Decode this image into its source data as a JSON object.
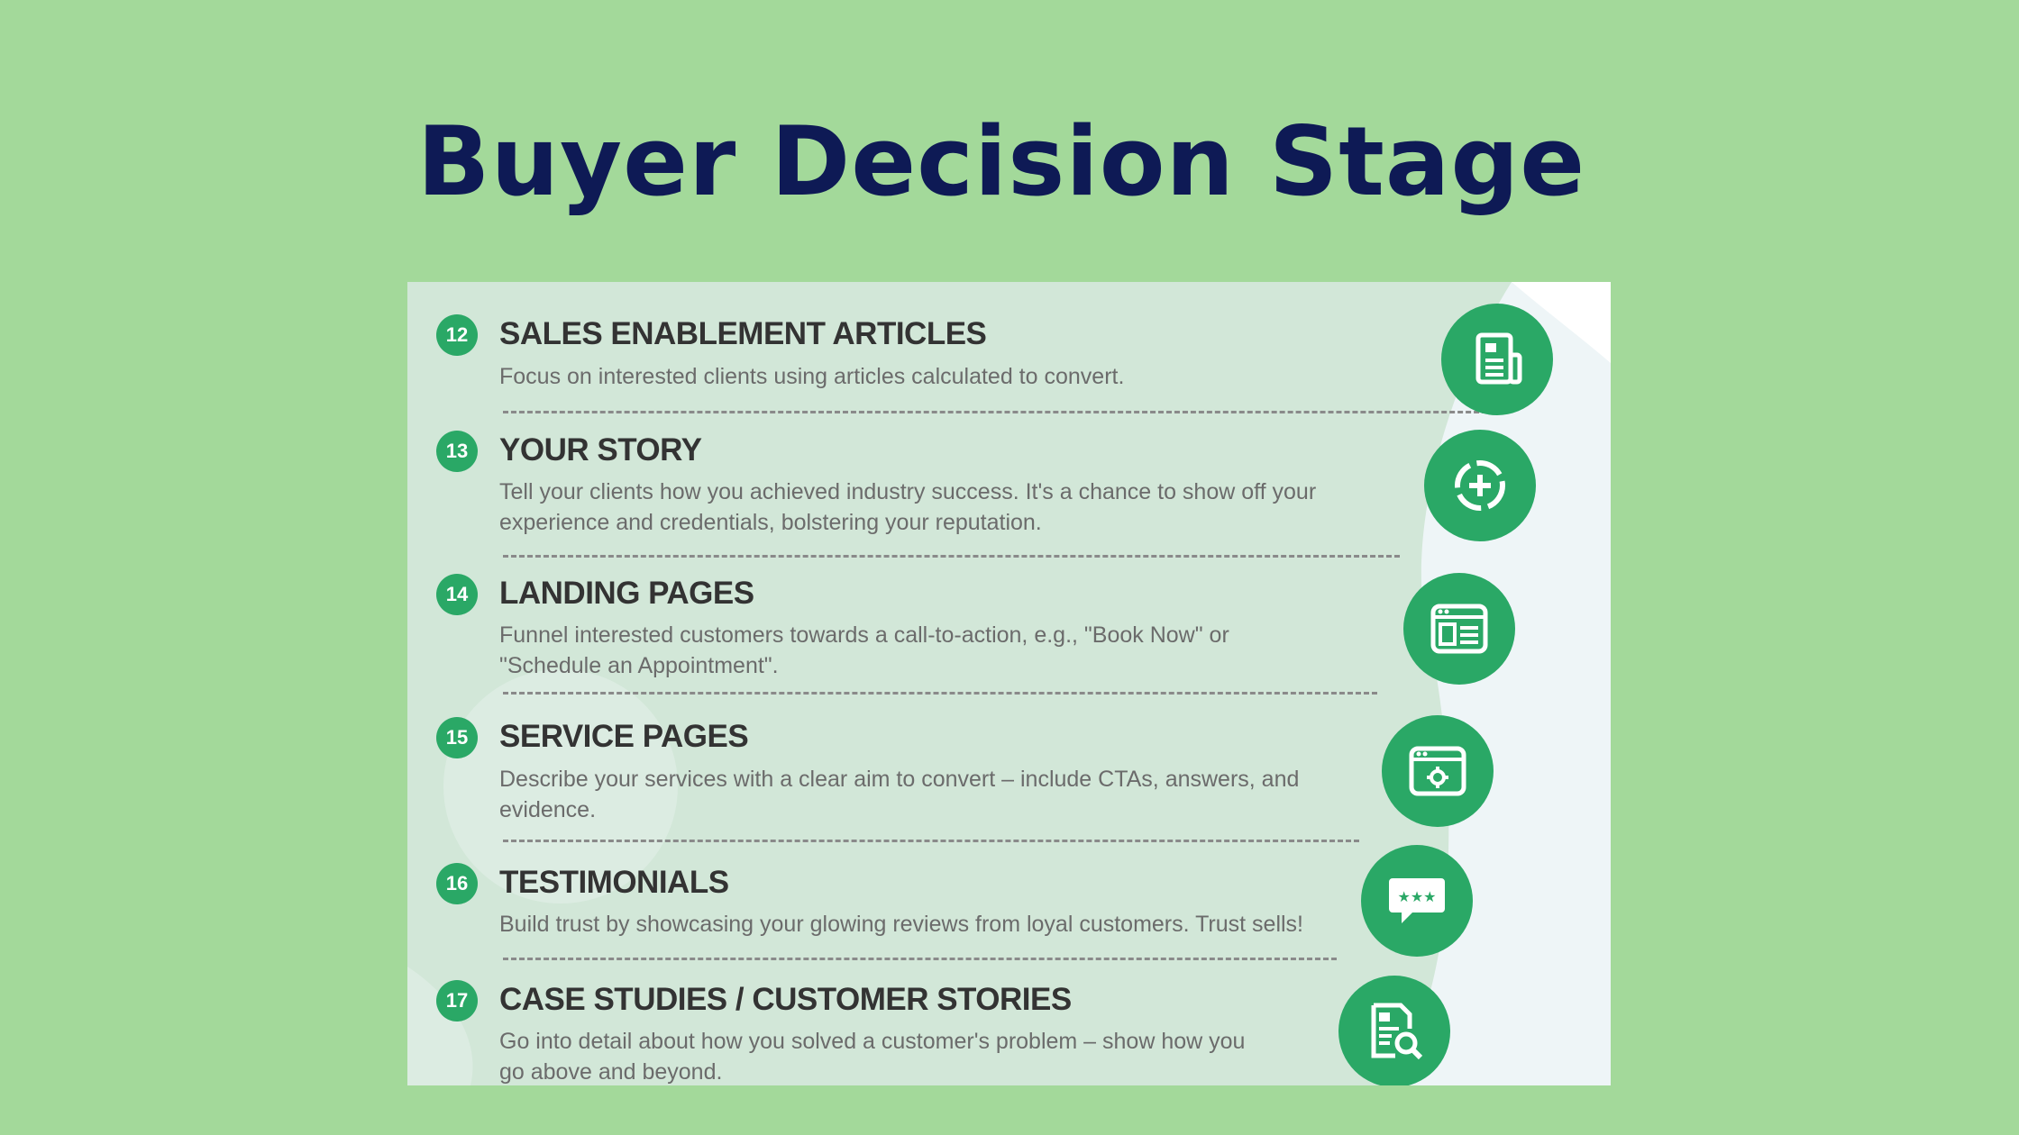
{
  "title": "Buyer Decision Stage",
  "items": [
    {
      "number": "12",
      "heading": "SALES ENABLEMENT ARTICLES",
      "line1": "Focus on interested clients using articles calculated to convert.",
      "line2": "",
      "icon": "article-icon"
    },
    {
      "number": "13",
      "heading": "YOUR STORY",
      "line1": "Tell your clients how you achieved industry success. It's a chance to show off your",
      "line2": "experience and credentials, bolstering your reputation.",
      "icon": "add-circle-icon"
    },
    {
      "number": "14",
      "heading": "LANDING PAGES",
      "line1": "Funnel interested customers towards a call-to-action, e.g., \"Book Now\" or",
      "line2": "\"Schedule an Appointment\".",
      "icon": "landing-page-icon"
    },
    {
      "number": "15",
      "heading": "SERVICE PAGES",
      "line1": "Describe your services with a clear aim to convert – include CTAs, answers, and",
      "line2": "evidence.",
      "icon": "service-page-icon"
    },
    {
      "number": "16",
      "heading": "TESTIMONIALS",
      "line1": "Build trust by showcasing your glowing reviews from loyal customers. Trust sells!",
      "line2": "",
      "icon": "review-bubble-icon"
    },
    {
      "number": "17",
      "heading": "CASE STUDIES / CUSTOMER STORIES",
      "line1": "Go into detail about how you solved a customer's problem – show how you",
      "line2": "go above and beyond.",
      "icon": "document-search-icon"
    }
  ],
  "colors": {
    "background": "#a3d99a",
    "title": "#0e1a55",
    "accent": "#2aa866",
    "panel": "#d2e7d8"
  }
}
